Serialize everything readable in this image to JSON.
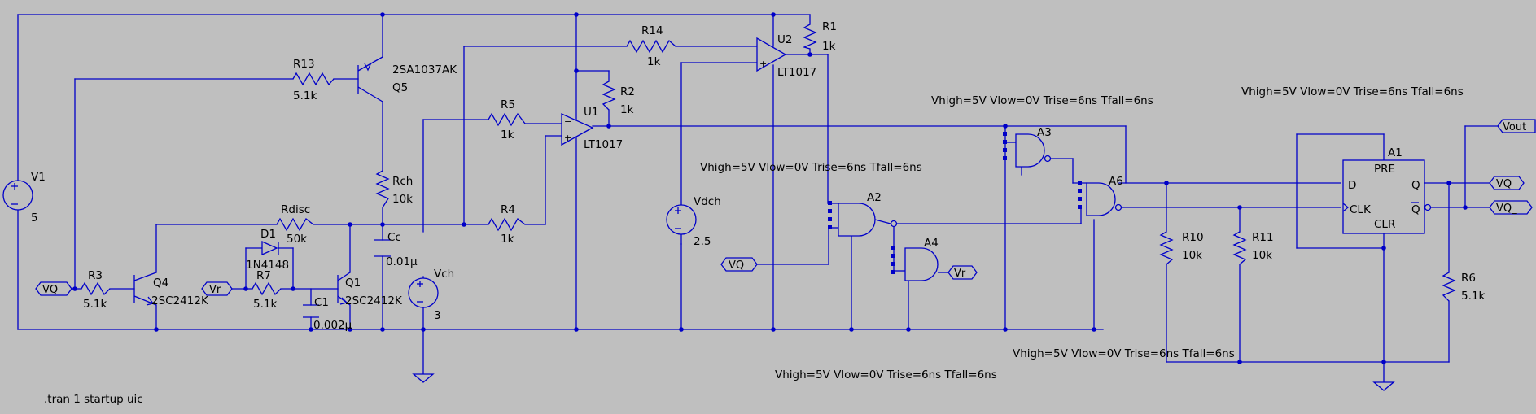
{
  "directive": ".tran 1 startup uic",
  "labels": {
    "v1_name": "V1",
    "v1_val": "5",
    "r13_name": "R13",
    "r13_val": "5.1k",
    "q5_model": "2SA1037AK",
    "q5_name": "Q5",
    "r14_name": "R14",
    "r14_val": "1k",
    "u2_name": "U2",
    "u2_model": "LT1017",
    "r1_name": "R1",
    "r1_val": "1k",
    "r5_name": "R5",
    "r5_val": "1k",
    "u1_name": "U1",
    "u1_model": "LT1017",
    "r2_name": "R2",
    "r2_val": "1k",
    "rch_name": "Rch",
    "rch_val": "10k",
    "rdisc_name": "Rdisc",
    "rdisc_val": "50k",
    "d1_name": "D1",
    "d1_model": "1N4148",
    "r7_name": "R7",
    "r7_val": "5.1k",
    "r3_name": "R3",
    "r3_val": "5.1k",
    "q4_name": "Q4",
    "q4_model": "2SC2412K",
    "q1_name": "Q1",
    "q1_model": "2SC2412K",
    "c1_name": "C1",
    "c1_val": "0.002µ",
    "cc_name": "Cc",
    "cc_val": "0.01µ",
    "vch_name": "Vch",
    "vch_val": "3",
    "r4_name": "R4",
    "r4_val": "1k",
    "vdch_name": "Vdch",
    "vdch_val": "2.5",
    "a2_name": "A2",
    "a3_name": "A3",
    "a4_name": "A4",
    "a6_name": "A6",
    "a1_name": "A1",
    "a1_pre": "PRE",
    "a1_clr": "CLR",
    "a1_d": "D",
    "a1_clk": "CLK",
    "a1_q": "Q",
    "a1_qbar": "Q",
    "r10_name": "R10",
    "r10_val": "10k",
    "r11_name": "R11",
    "r11_val": "10k",
    "r6_name": "R6",
    "r6_val": "5.1k",
    "spec_a3": "Vhigh=5V Vlow=0V Trise=6ns Tfall=6ns",
    "spec_a1": "Vhigh=5V Vlow=0V Trise=6ns Tfall=6ns",
    "spec_a2": "Vhigh=5V Vlow=0V Trise=6ns Tfall=6ns",
    "spec_a6": "Vhigh=5V Vlow=0V Trise=6ns Tfall=6ns",
    "spec_a4": "Vhigh=5V Vlow=0V Trise=6ns Tfall=6ns"
  },
  "net_labels": {
    "vq_left": "VQ",
    "vr_left": "Vr",
    "vq_mid": "VQ",
    "vr_right": "Vr",
    "vout": "Vout",
    "vq_right": "VQ",
    "vq_bar": "VQ_"
  }
}
